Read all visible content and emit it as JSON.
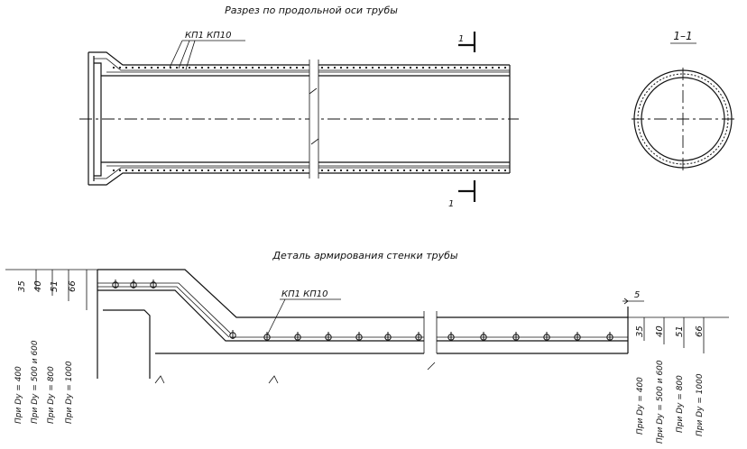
{
  "titles": {
    "section": "Разрез по продольной оси трубы",
    "detail": "Деталь армирования стенки трубы",
    "cut": "1–1"
  },
  "labels": {
    "rebar_top": "КП1  КП10",
    "rebar_detail": "КП1  КП10",
    "cut_mark_top": "1",
    "cut_mark_bottom": "1",
    "gap": "5"
  },
  "left_dims": [
    {
      "value": "35",
      "note": "При Dy = 400"
    },
    {
      "value": "40",
      "note": "При Dy = 500 и 600"
    },
    {
      "value": "51",
      "note": "При Dy = 800"
    },
    {
      "value": "66",
      "note": "При Dy = 1000"
    }
  ],
  "right_dims": [
    {
      "value": "35",
      "note": "При Dy = 400"
    },
    {
      "value": "40",
      "note": "При Dy = 500 и 600"
    },
    {
      "value": "51",
      "note": "При Dy = 800"
    },
    {
      "value": "66",
      "note": "При Dy = 1000"
    }
  ]
}
